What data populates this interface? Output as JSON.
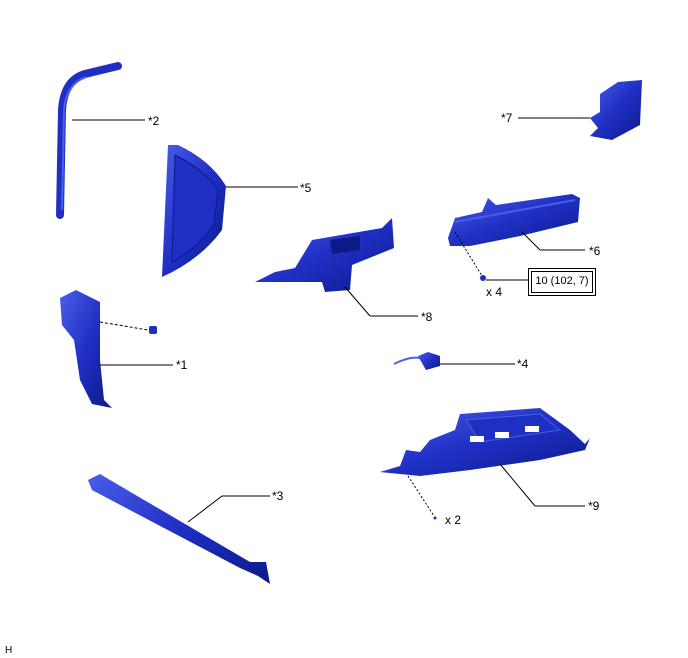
{
  "diagram": {
    "callouts": [
      {
        "id": "2",
        "label": "*2"
      },
      {
        "id": "5",
        "label": "*5"
      },
      {
        "id": "7",
        "label": "*7"
      },
      {
        "id": "6",
        "label": "*6"
      },
      {
        "id": "8",
        "label": "*8"
      },
      {
        "id": "1",
        "label": "*1"
      },
      {
        "id": "4",
        "label": "*4"
      },
      {
        "id": "3",
        "label": "*3"
      },
      {
        "id": "9",
        "label": "*9"
      }
    ],
    "quantities": {
      "screws_part6": "x 4",
      "clips_part9": "x 2"
    },
    "torque_spec": "10 (102, 7)",
    "corner_code": "H",
    "colors": {
      "part_blue": "#1f2fc4",
      "part_dark": "#0c1a8a",
      "part_light": "#4a5ee8",
      "leader": "#000000"
    }
  }
}
